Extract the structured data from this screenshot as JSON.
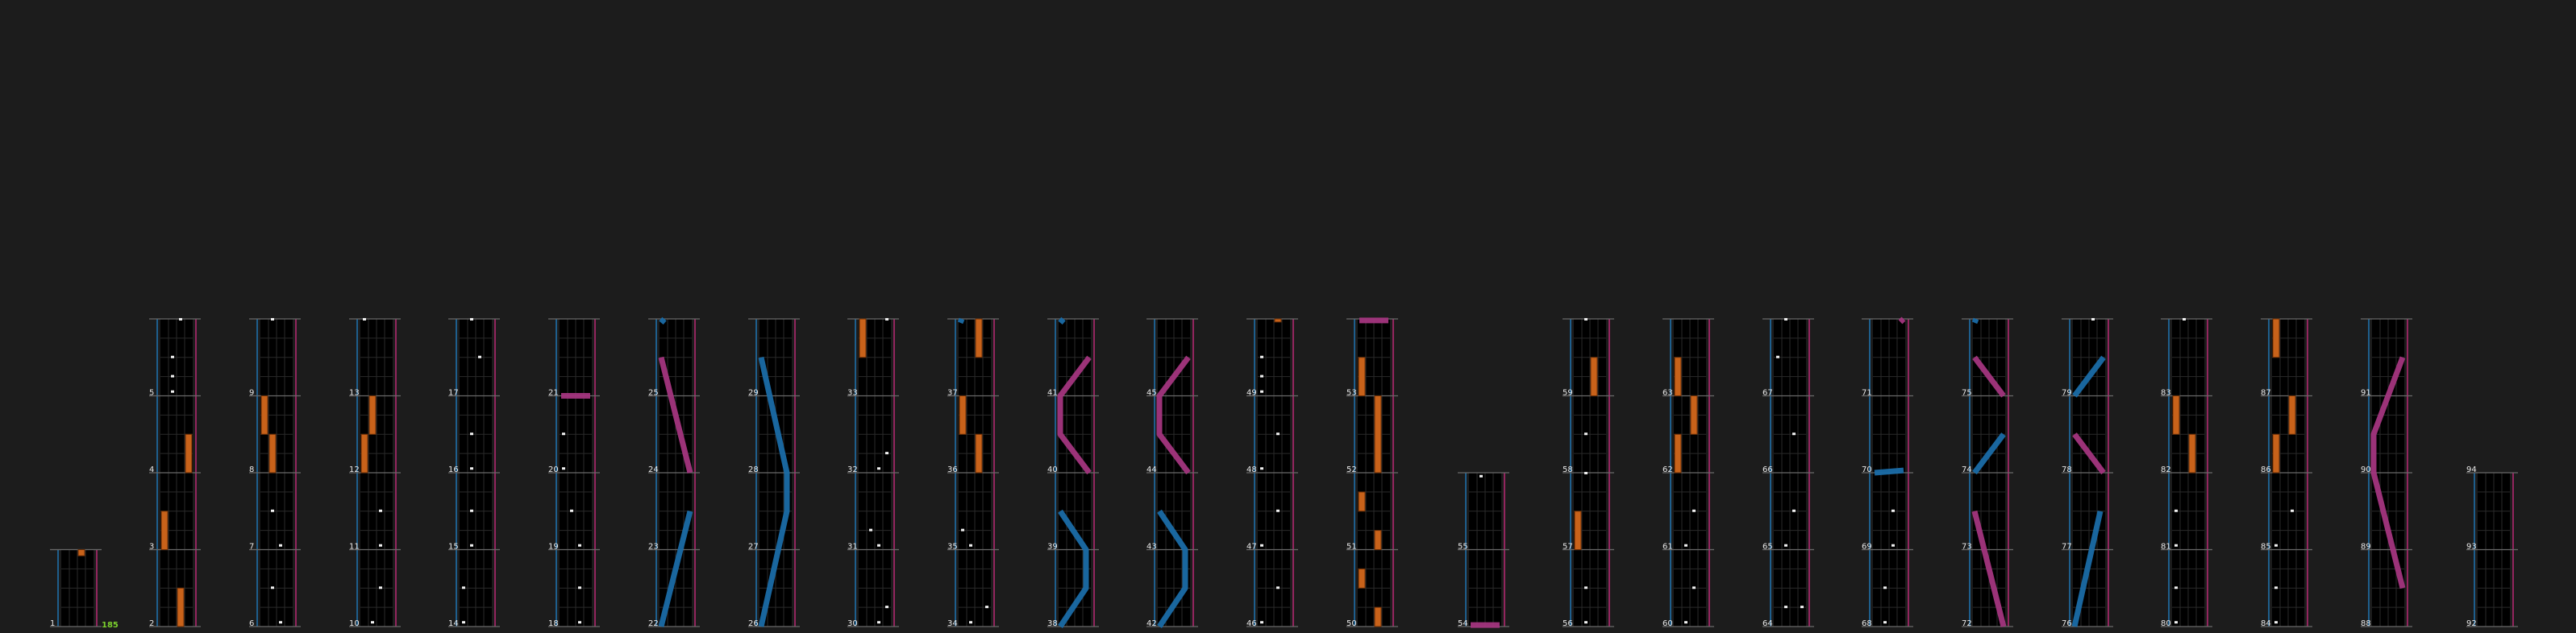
{
  "chart_view": {
    "bpm_label": "185",
    "first_measure": 1,
    "last_measure": 94,
    "colors": {
      "background": "#1c1c1c",
      "lane": "#000000",
      "left_laser": "#1a6ca6",
      "right_laser": "#a3357e",
      "hold": "#c8621a",
      "chip": "#f2f2f2",
      "bpm": "#7cd12d"
    },
    "icons": {
      "left_laser": "blue-laser",
      "right_laser": "pink-laser",
      "hold": "orange-hold",
      "chip": "white-chip"
    }
  }
}
